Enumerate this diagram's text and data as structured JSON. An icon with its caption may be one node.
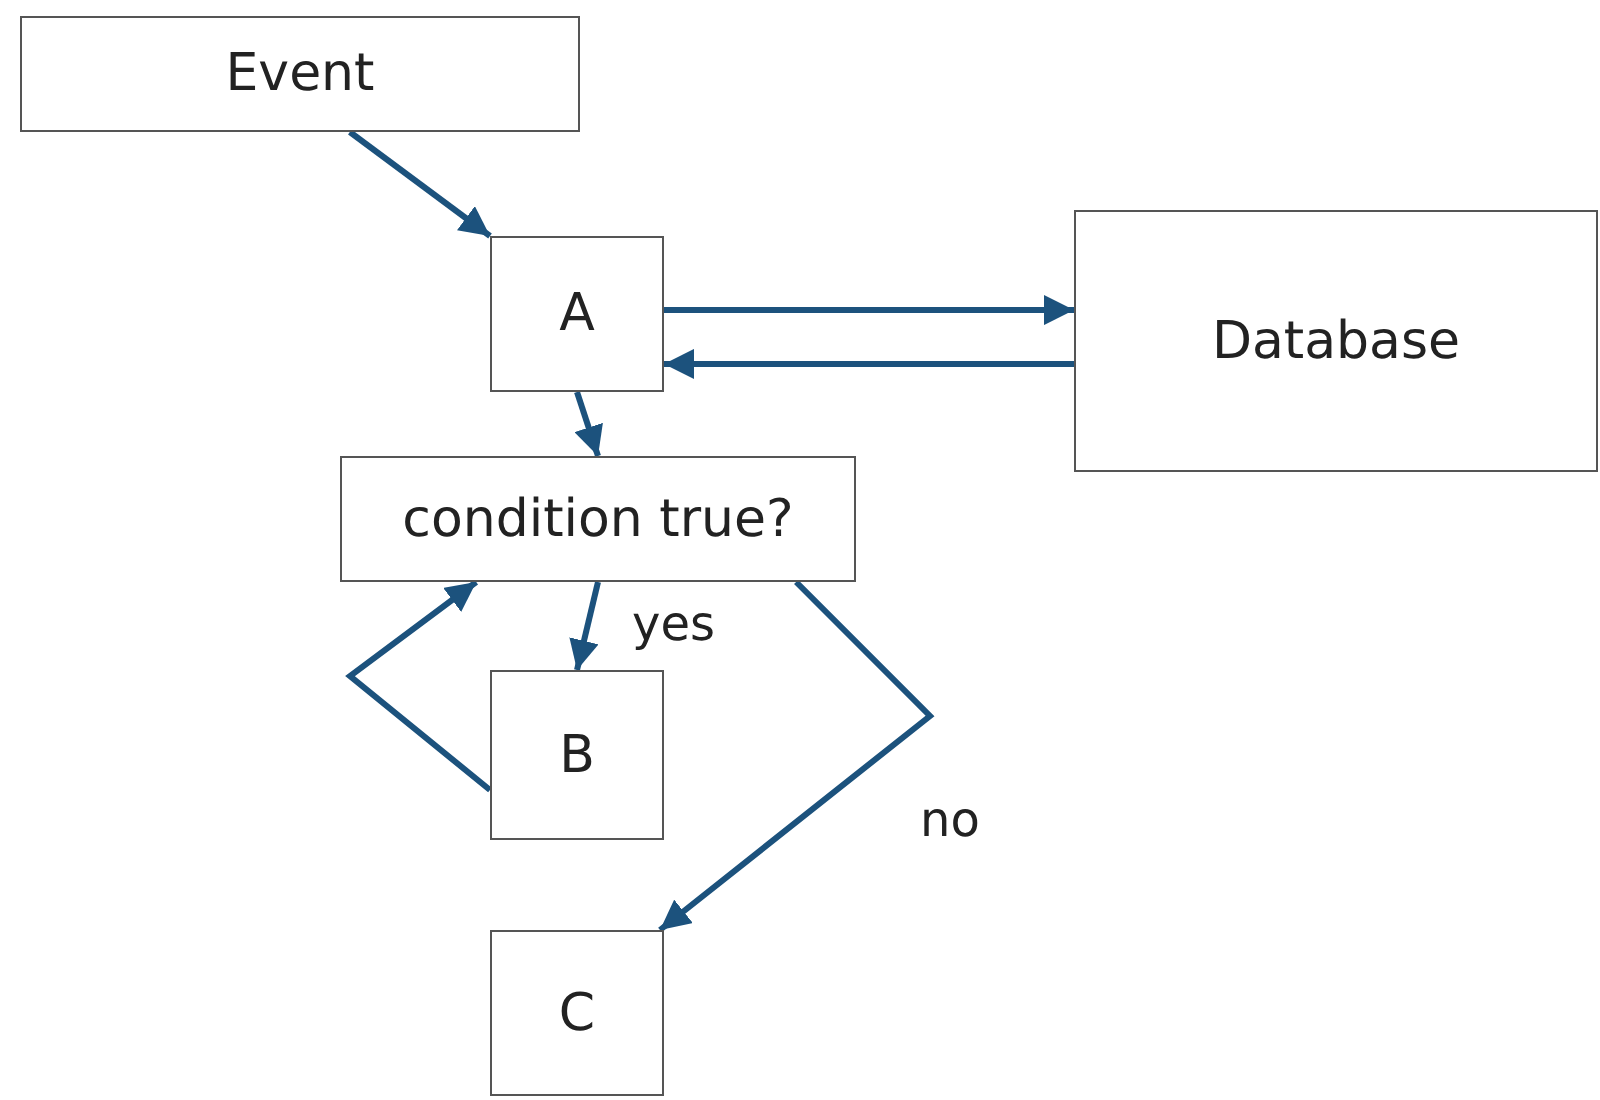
{
  "diagram": {
    "nodes": [
      {
        "text": [
          "Event"
        ]
      },
      {
        "text": [
          "A"
        ]
      },
      {
        "text": [
          "Database"
        ]
      },
      {
        "text": [
          "condition true?"
        ]
      },
      {
        "text": [
          "B"
        ]
      },
      {
        "text": [
          "C"
        ]
      }
    ],
    "edges": [
      {
        "from": 0,
        "to": 1,
        "arrow": "to"
      },
      {
        "from": 1,
        "to": 2,
        "arrow": "to"
      },
      {
        "from": 2,
        "to": 1,
        "arrow": "to"
      },
      {
        "from": 1,
        "to": 3,
        "arrow": "to"
      },
      {
        "from": 3,
        "to": 4,
        "arrow": "to",
        "label": "yes"
      },
      {
        "from": 4,
        "to": 3,
        "arrow": "to"
      },
      {
        "from": 3,
        "to": 5,
        "arrow": "to",
        "label": "no"
      }
    ]
  }
}
